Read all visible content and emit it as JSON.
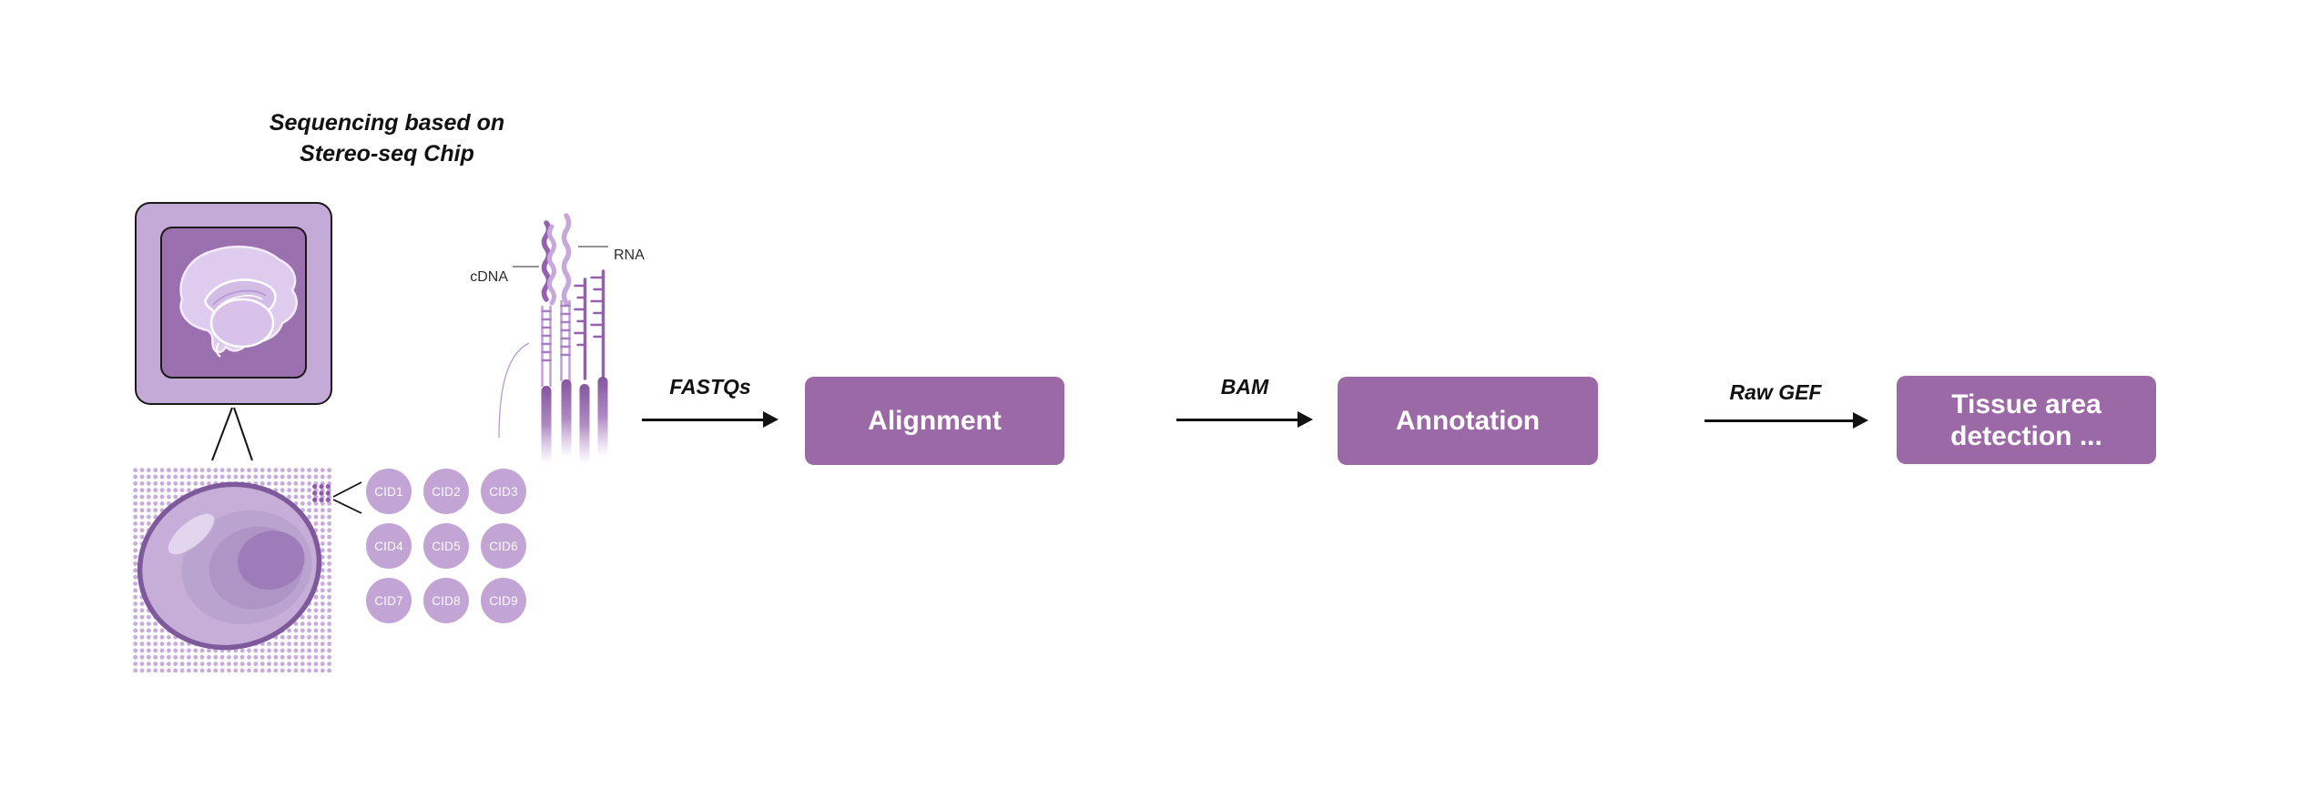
{
  "diagram_title": {
    "line1": "Sequencing based on",
    "line2": "Stereo-seq Chip"
  },
  "strand_labels": {
    "cdna": "cDNA",
    "rna": "RNA"
  },
  "cid_spots": [
    "CID1",
    "CID2",
    "CID3",
    "CID4",
    "CID5",
    "CID6",
    "CID7",
    "CID8",
    "CID9"
  ],
  "flow": {
    "steps": [
      {
        "arrow_label": "FASTQs",
        "box_label": "Alignment"
      },
      {
        "arrow_label": "BAM",
        "box_label": "Annotation"
      },
      {
        "arrow_label": "Raw GEF",
        "box_label": "Tissue area detection ..."
      }
    ]
  },
  "colors": {
    "process_box": "#9C69A7",
    "chip_outer": "#C3AAD7",
    "chip_inner": "#9B70AE",
    "tissue_section": "#DFCBEE",
    "cell_body": "#C6AED8",
    "cell_nucleus": "#9E7CB9",
    "dot_grid": "#C7ABDB",
    "dot_cluster": "#9156AE",
    "cid_spot": "#C2A5D5",
    "strand_dark": "#9560AE",
    "strand_light": "#C7A8DA",
    "arrow": "#121212"
  }
}
